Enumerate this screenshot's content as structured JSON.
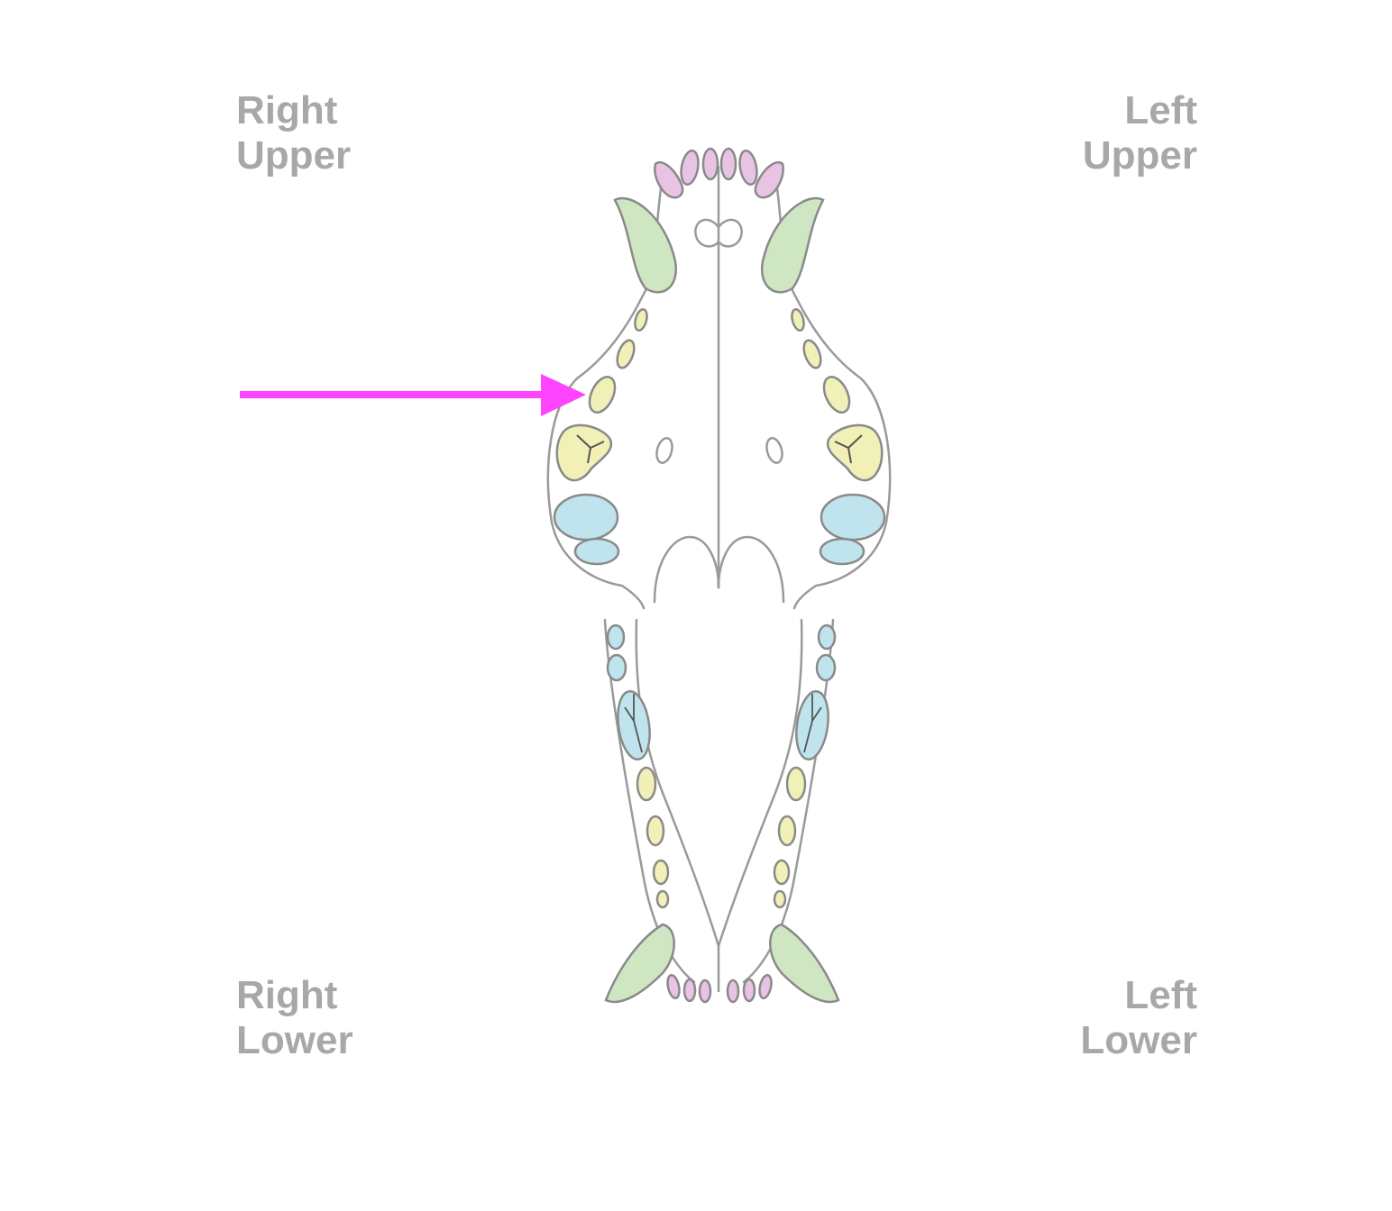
{
  "quadrants": {
    "right_upper": {
      "line1": "Right",
      "line2": "Upper"
    },
    "left_upper": {
      "line1": "Left",
      "line2": "Upper"
    },
    "right_lower": {
      "line1": "Right",
      "line2": "Lower"
    },
    "left_lower": {
      "line1": "Left",
      "line2": "Lower"
    }
  },
  "colors": {
    "incisor": "#e9c3e3",
    "canine": "#cfe6c2",
    "premolar": "#f1f0b6",
    "molar": "#bfe4ee",
    "outline": "#9a9a9a",
    "arrow": "#ff44ff",
    "label": "#a8a8a8"
  }
}
